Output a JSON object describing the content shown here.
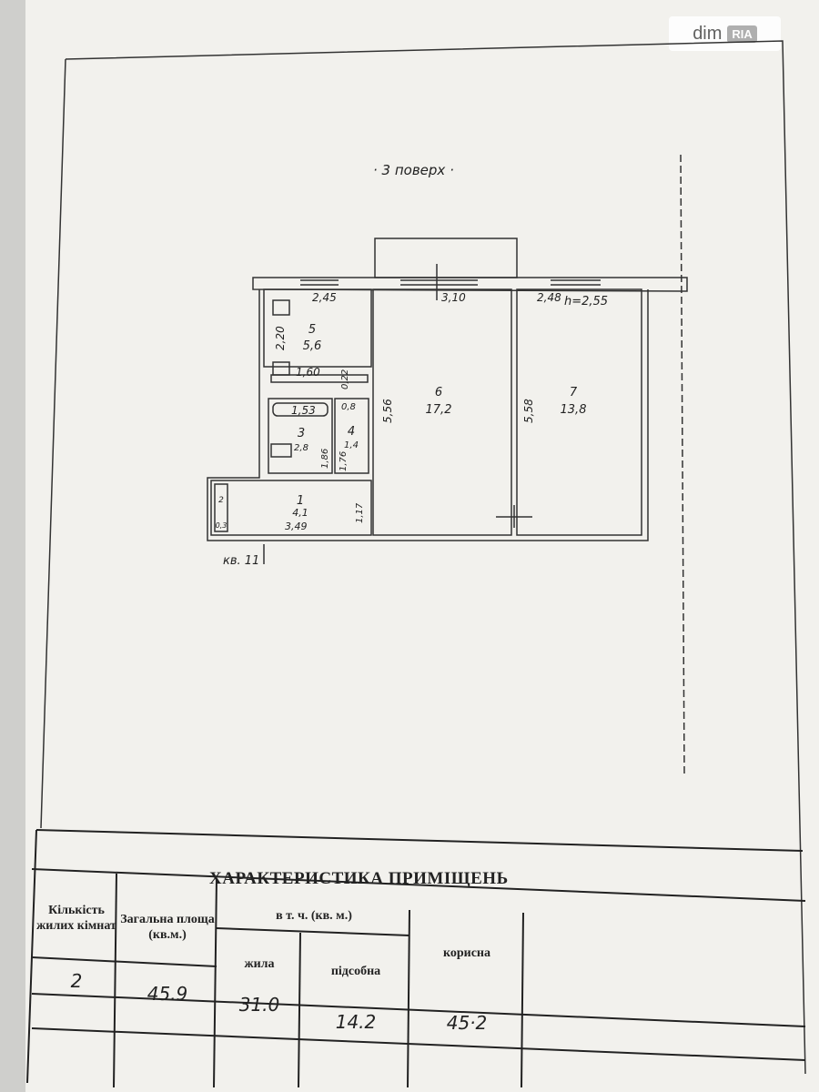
{
  "watermark": {
    "dim": "dim",
    "ria": "RIA"
  },
  "plan": {
    "floor_label": "· 3 поверх ·",
    "apartment_label": "кв. 11",
    "height_label": "h=2,55",
    "rooms": [
      {
        "number": "5",
        "area": "5,6"
      },
      {
        "number": "6",
        "area": "17,2"
      },
      {
        "number": "7",
        "area": "13,8"
      },
      {
        "number": "3",
        "area": "2,8"
      },
      {
        "number": "4",
        "area": "1,4"
      },
      {
        "number": "1",
        "area": "4,1"
      },
      {
        "number": "2",
        "area": "0,3"
      }
    ],
    "dimensions": [
      "2,45",
      "3,10",
      "2,48",
      "2,20",
      "1,60",
      "0,22",
      "0,8",
      "1,53",
      "1,86",
      "1,76",
      "5,56",
      "5,58",
      "1,17",
      "3,49"
    ]
  },
  "table": {
    "title": "ХАРАКТЕРИСТИКА ПРИМІЩЕНЬ",
    "headers": {
      "rooms": "Кількість жилих кімнат",
      "total": "Загальна площа (кв.м.)",
      "including": "в т. ч. (кв. м.)",
      "living": "жила",
      "auxiliary": "підсобна",
      "useful": "корисна"
    },
    "values": {
      "rooms": "2",
      "total": "45.9",
      "living": "31.0",
      "auxiliary": "14.2",
      "useful": "45·2"
    }
  }
}
